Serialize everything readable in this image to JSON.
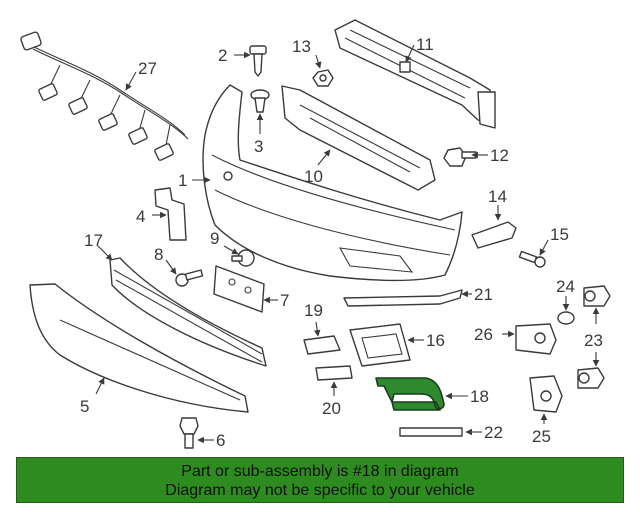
{
  "callouts": {
    "p1": "1",
    "p2": "2",
    "p3": "3",
    "p4": "4",
    "p5": "5",
    "p6": "6",
    "p7": "7",
    "p8": "8",
    "p9": "9",
    "p10": "10",
    "p11": "11",
    "p12": "12",
    "p13": "13",
    "p14": "14",
    "p15": "15",
    "p16": "16",
    "p17": "17",
    "p18": "18",
    "p19": "19",
    "p20": "20",
    "p21": "21",
    "p22": "22",
    "p23": "23",
    "p24": "24",
    "p25": "25",
    "p26": "26",
    "p27": "27"
  },
  "highlight": {
    "part": "18",
    "color": "#2f8a2f"
  },
  "banner": {
    "line1": "Part or sub-assembly is #18 in diagram",
    "line2": "Diagram may not be specific to your vehicle",
    "color": "#2e8b1f"
  }
}
